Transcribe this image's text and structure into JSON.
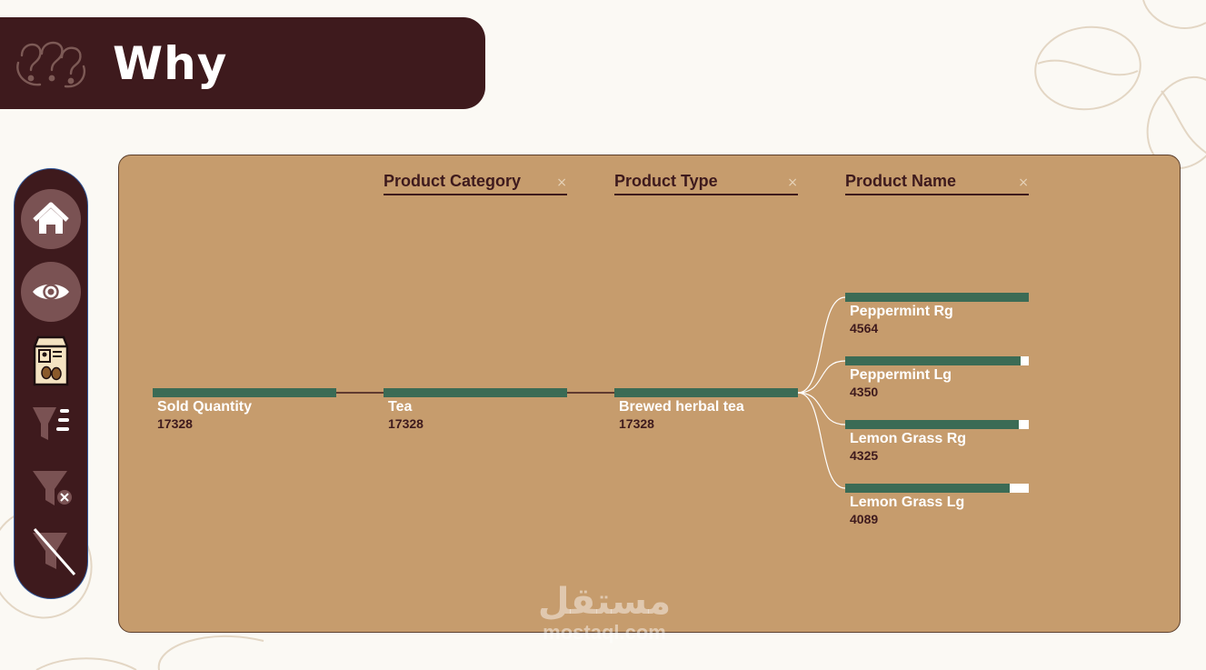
{
  "header": {
    "title": "Why",
    "icon": "question-marks-icon"
  },
  "nav": {
    "items": [
      {
        "name": "home",
        "icon": "home-icon"
      },
      {
        "name": "overview",
        "icon": "eye-icon"
      },
      {
        "name": "products",
        "icon": "coffee-bag-icon"
      },
      {
        "name": "filters",
        "icon": "filter-list-icon"
      },
      {
        "name": "clear-filters",
        "icon": "filter-clear-icon"
      },
      {
        "name": "hide-filters",
        "icon": "filter-off-icon"
      }
    ]
  },
  "tree": {
    "levels": [
      {
        "label": "Product Category",
        "close": "×"
      },
      {
        "label": "Product Type",
        "close": "×"
      },
      {
        "label": "Product Name",
        "close": "×"
      }
    ],
    "root": {
      "name": "Sold Quantity",
      "value": "17328",
      "ratio": 1.0
    },
    "category": {
      "name": "Tea",
      "value": "17328",
      "ratio": 1.0
    },
    "type": {
      "name": "Brewed herbal tea",
      "value": "17328",
      "ratio": 1.0
    },
    "products": [
      {
        "name": "Peppermint Rg",
        "value": "4564",
        "ratio": 1.0
      },
      {
        "name": "Peppermint Lg",
        "value": "4350",
        "ratio": 0.953
      },
      {
        "name": "Lemon Grass Rg",
        "value": "4325",
        "ratio": 0.948
      },
      {
        "name": "Lemon Grass Lg",
        "value": "4089",
        "ratio": 0.896
      }
    ]
  },
  "colors": {
    "bar": "#3b6b55",
    "panel": "#c69c6d",
    "dark": "#3e1a1d",
    "page": "#fbf9f4"
  },
  "watermark": {
    "arabic": "مستقل",
    "latin": "mostaql.com"
  }
}
